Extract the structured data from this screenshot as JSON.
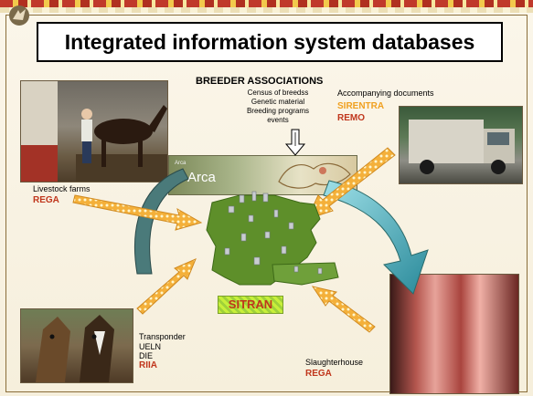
{
  "slide": {
    "title": "Integrated information system databases"
  },
  "breeder": {
    "heading": "BREEDER ASSOCIATIONS",
    "lines": [
      "Census of breedss",
      "Genetic material",
      "Breeding programs",
      "events"
    ]
  },
  "documents": {
    "label": "Accompanying documents",
    "db1": "SIRENTRA",
    "db2": "REMO"
  },
  "livestock": {
    "label": "Livestock farms",
    "db": "REGA"
  },
  "arca": {
    "word": "Arca",
    "small": "Arca"
  },
  "center": {
    "label": "SITRAN"
  },
  "identification": {
    "lines": [
      "Transponder",
      "UELN",
      "DIE"
    ],
    "db": "RIIA"
  },
  "slaughter": {
    "label": "Slaughterhouse",
    "db": "REGA"
  },
  "colors": {
    "red": "#c0361c",
    "orange": "#f0a020",
    "map_green": "#5e8f2a",
    "arrow_teal": "#2a6a6a"
  }
}
